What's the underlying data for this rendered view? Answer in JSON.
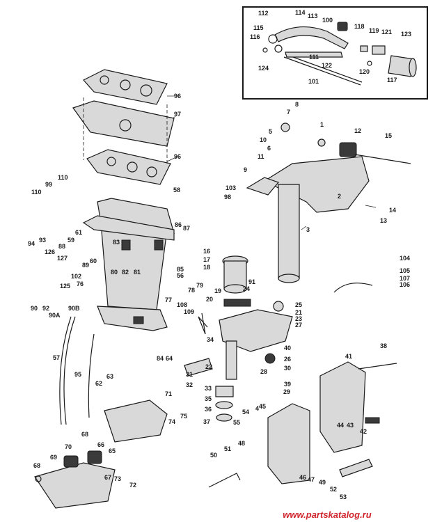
{
  "watermark": "www.partskatalog.ru",
  "labels": [
    "1",
    "2",
    "3",
    "4",
    "5",
    "6",
    "7",
    "8",
    "9",
    "10",
    "11",
    "12",
    "13",
    "14",
    "15",
    "16",
    "17",
    "18",
    "19",
    "20",
    "21",
    "22",
    "23",
    "24",
    "25",
    "26",
    "27",
    "28",
    "29",
    "30",
    "31",
    "32",
    "33",
    "34",
    "35",
    "36",
    "37",
    "38",
    "39",
    "40",
    "41",
    "42",
    "43",
    "44",
    "45",
    "46",
    "47",
    "48",
    "49",
    "50",
    "51",
    "52",
    "53",
    "54",
    "55",
    "56",
    "57",
    "58",
    "59",
    "60",
    "61",
    "62",
    "63",
    "64",
    "65",
    "66",
    "67",
    "68",
    "69",
    "70",
    "71",
    "72",
    "73",
    "74",
    "75",
    "76",
    "77",
    "78",
    "79",
    "80",
    "81",
    "82",
    "83",
    "84",
    "85",
    "86",
    "87",
    "88",
    "89",
    "90",
    "90A",
    "90B",
    "91",
    "92",
    "93",
    "94",
    "95",
    "96",
    "97",
    "98",
    "99",
    "100",
    "101",
    "102",
    "103",
    "104",
    "105",
    "106",
    "107",
    "108",
    "109",
    "110",
    "111",
    "112",
    "113",
    "114",
    "115",
    "116",
    "117",
    "118",
    "119",
    "120",
    "121",
    "122",
    "123",
    "124",
    "125",
    "126",
    "127"
  ],
  "colors": {
    "line": "#1a1a1a",
    "part_fill": "#d9d9d9",
    "dark_fill": "#3a3a3a",
    "watermark": "#d0262d"
  }
}
